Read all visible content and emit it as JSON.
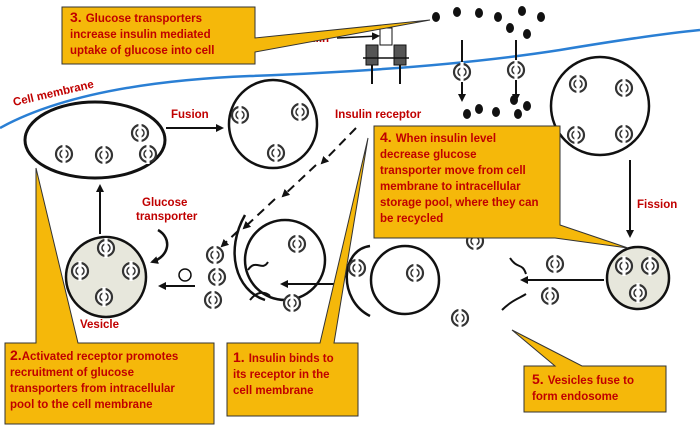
{
  "colors": {
    "callout_fill": "#f5b80a",
    "callout_stroke": "#333333",
    "text": "#c00000",
    "membrane": "#2a7fd4",
    "vesicle_fill": "#e7e7dc"
  },
  "labels": {
    "cell_membrane": "Cell membrane",
    "fusion": "Fusion",
    "insulin": "Insulin",
    "insulin_receptor": "Insulin receptor",
    "glucose_transporter_line1": "Glucose",
    "glucose_transporter_line2": "transporter",
    "vesicle": "Vesicle",
    "fission": "Fission"
  },
  "callouts": {
    "step1": {
      "number": "1.",
      "lines": [
        "Insulin binds to",
        "its receptor in the",
        "cell membrane"
      ]
    },
    "step2": {
      "number": "2.",
      "lines": [
        "Activated receptor promotes",
        "recruitment of glucose",
        "transporters from intracellular",
        "pool to the cell membrane"
      ]
    },
    "step3": {
      "number": "3.",
      "lines": [
        "Glucose transporters",
        "increase insulin mediated",
        "uptake of glucose into cell"
      ]
    },
    "step4": {
      "number": "4.",
      "lines": [
        "When insulin level",
        "decrease glucose",
        "transporter move from cell",
        "membrane to intracellular",
        "storage pool, where they can",
        "be recycled"
      ]
    },
    "step5": {
      "number": "5.",
      "lines": [
        "Vesicles fuse to",
        "form endosome"
      ]
    }
  },
  "icons": [
    "insulin-receptor-icon",
    "glucose-transporter-icon",
    "vesicle-icon",
    "insulin-molecule-icon"
  ]
}
